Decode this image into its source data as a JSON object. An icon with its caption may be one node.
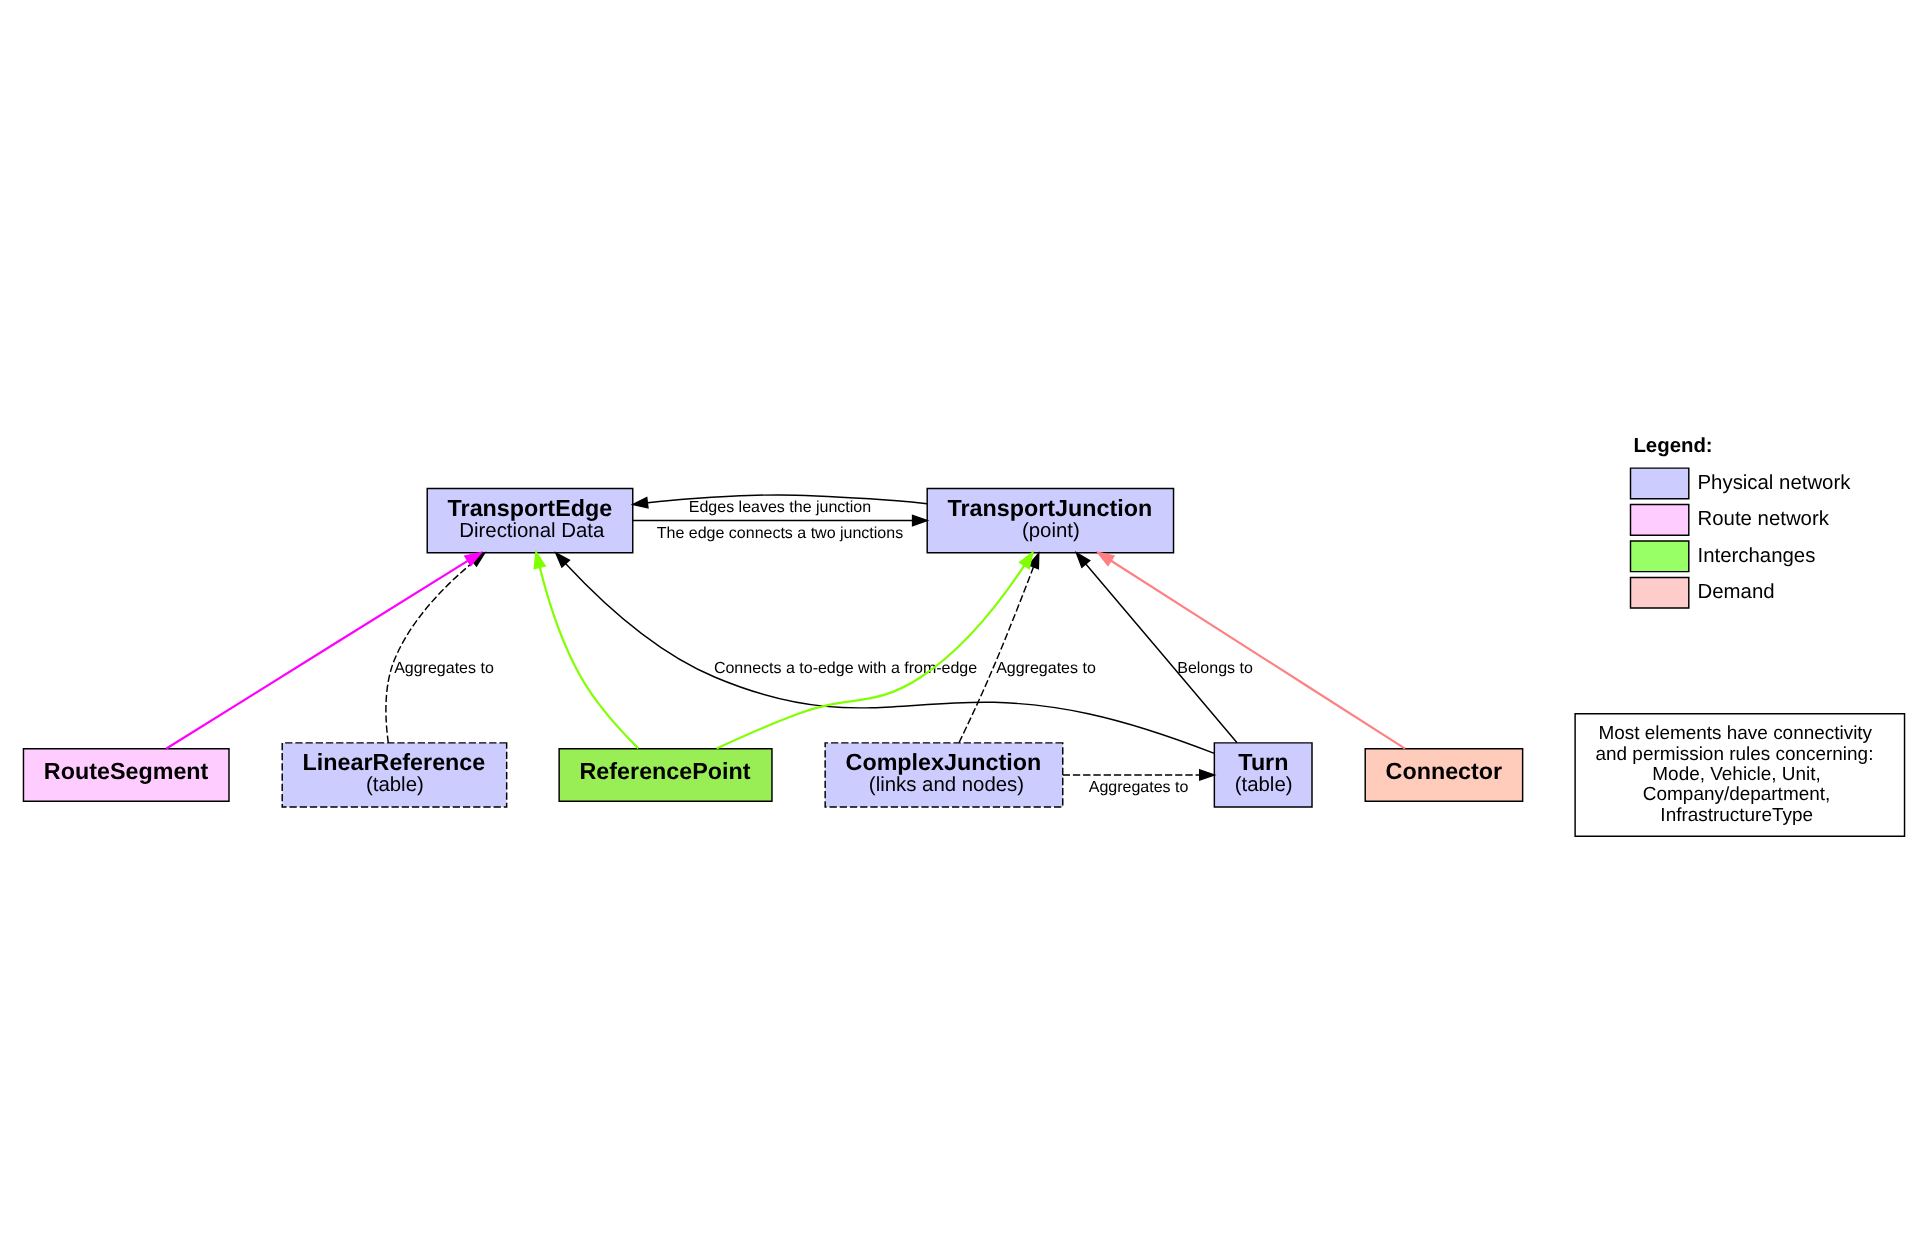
{
  "diagram": {
    "nodes": [
      {
        "text": [
          "TransportJunction",
          "(point)"
        ]
      },
      {
        "text": [
          "TransportEdge",
          "Directional Data"
        ]
      },
      {
        "text": [
          "Turn",
          "(table)"
        ]
      },
      {
        "text": [
          "LinearReference",
          "(table)"
        ]
      },
      {
        "text": [
          "ComplexJunction",
          "(links and nodes)"
        ]
      },
      {
        "text": [
          "Most elements have connectivity and permission rules concerning: Mode, Vehicle, Unit, Company/department, InfrastructureType"
        ]
      },
      {
        "text": [
          "Connector"
        ]
      },
      {
        "text": [
          "ReferencePoint"
        ]
      },
      {
        "text": [
          "RouteSegment"
        ]
      }
    ],
    "edges": [
      {
        "from": 0,
        "to": 1,
        "arrow": "to",
        "label": "Edges leaves the junction"
      },
      {
        "from": 1,
        "to": 0,
        "arrow": "to",
        "label": "The edge connects a two junctions"
      },
      {
        "from": 4,
        "to": 0,
        "arrow": "to",
        "label": "Aggregates to",
        "style": "dashed"
      },
      {
        "from": 2,
        "to": 0,
        "arrow": "to",
        "label": "Belongs to"
      },
      {
        "from": 2,
        "to": 1,
        "arrow": "to",
        "label": "Connects a to-edge with a from-edge"
      },
      {
        "from": 3,
        "to": 1,
        "arrow": "to",
        "label": "Aggregates to",
        "style": "dashed"
      },
      {
        "from": 4,
        "to": 2,
        "arrow": "to",
        "label": "Aggregates to",
        "style": "dashed"
      },
      {
        "from": 6,
        "to": 0,
        "arrow": "to",
        "color": "#ff8080"
      },
      {
        "from": 7,
        "to": 0,
        "arrow": "to",
        "color": "#80ff00"
      },
      {
        "from": 7,
        "to": 1,
        "arrow": "to",
        "color": "#80ff00"
      },
      {
        "from": 8,
        "to": 1,
        "arrow": "to",
        "color": "#ff00ff"
      }
    ],
    "labels": [
      "Legend:"
    ],
    "legend": [
      {
        "text": "Physical network",
        "color": "#ccccff"
      },
      {
        "text": "Route network",
        "color": "#ffccff"
      },
      {
        "text": "Interchanges",
        "color": "#99ff66"
      },
      {
        "text": "Demand",
        "color": "#ffcccc"
      }
    ]
  }
}
